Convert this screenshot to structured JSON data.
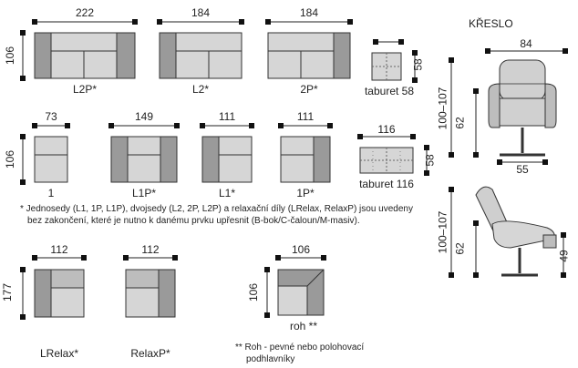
{
  "section_title": "KŘESLO",
  "sofas": [
    {
      "width": "222",
      "depth": "106",
      "label": "L2P*"
    },
    {
      "width": "184",
      "label": "L2*"
    },
    {
      "width": "184",
      "label": "2P*"
    }
  ],
  "taburet58": {
    "size": "58",
    "label": "taburet 58"
  },
  "singles": [
    {
      "width": "73",
      "depth": "106",
      "label": "1"
    },
    {
      "width": "149",
      "label": "L1P*"
    },
    {
      "width": "111",
      "label": "L1*"
    },
    {
      "width": "111",
      "label": "1P*"
    }
  ],
  "taburet116": {
    "width": "116",
    "depth": "58",
    "label": "taburet 116"
  },
  "footnote": [
    "* Jednosedy (L1, 1P, L1P), dvojsedy (L2, 2P, L2P) a relaxační díly (LRelax, RelaxP) jsou uvedeny",
    "bez zakončení, které je nutno k danému prvku upřesnit (B-bok/C-čaloun/M-masiv)."
  ],
  "relax": [
    {
      "width": "112",
      "depth": "177",
      "label": "LRelax*"
    },
    {
      "width": "112",
      "label": "RelaxP*"
    }
  ],
  "roh": {
    "width": "106",
    "depth": "106",
    "label": "roh **"
  },
  "roh_note": [
    "** Roh - pevné nebo polohovací",
    "podhlavníky"
  ],
  "chair": {
    "width": "84",
    "height_range": "100–107",
    "seat_height": "62",
    "base_width": "55",
    "side_height_range": "100–107",
    "side_seat_height": "62",
    "ottoman_height": "49"
  }
}
